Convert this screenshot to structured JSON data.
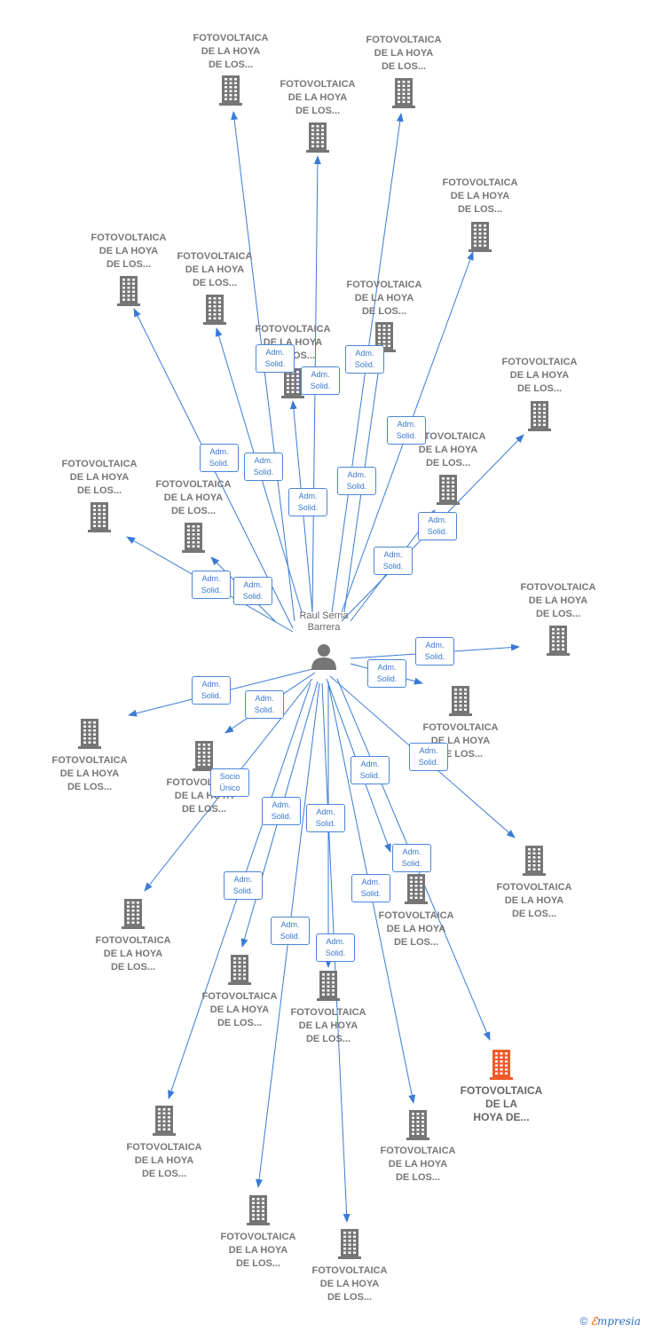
{
  "center": {
    "name_line1": "Raul Serna",
    "name_line2": "Barrera",
    "icon": "person-icon"
  },
  "colors": {
    "edge": "#3a7bd5",
    "building": "#767676",
    "highlight": "#f15a2b",
    "badge_text": "#3a78cf"
  },
  "nodes": [
    {
      "lines": [
        "FOTOVOLTAICA",
        "DE LA HOYA",
        "DE LOS..."
      ],
      "icon": "building-icon",
      "highlight": false
    },
    {
      "lines": [
        "FOTOVOLTAICA",
        "DE LA HOYA",
        "DE LOS..."
      ],
      "icon": "building-icon",
      "highlight": false
    },
    {
      "lines": [
        "FOTOVOLTAICA",
        "DE LA HOYA",
        "DE LOS..."
      ],
      "icon": "building-icon",
      "highlight": false
    },
    {
      "lines": [
        "FOTOVOLTAICA",
        "DE LA HOYA",
        "DE LOS..."
      ],
      "icon": "building-icon",
      "highlight": false
    },
    {
      "lines": [
        "FOTOVOLTAICA",
        "DE LA HOYA",
        "DE LOS..."
      ],
      "icon": "building-icon",
      "highlight": false
    },
    {
      "lines": [
        "FOTOVOLTAICA",
        "DE LA HOYA",
        "DE LOS..."
      ],
      "icon": "building-icon",
      "highlight": false
    },
    {
      "lines": [
        "FOTOVOLTAICA",
        "DE LA HOYA",
        "DE LOS..."
      ],
      "icon": "building-icon",
      "highlight": false
    },
    {
      "lines": [
        "FOTOVOLTAICA",
        "DE LA HOYA",
        "DE LOS..."
      ],
      "icon": "building-icon",
      "highlight": false
    },
    {
      "lines": [
        "FOTOVOLTAICA",
        "DE LA HOYA",
        "DE LOS..."
      ],
      "icon": "building-icon",
      "highlight": false
    },
    {
      "lines": [
        "FOTOVOLTAICA",
        "DE LA HOYA",
        "DE LOS..."
      ],
      "icon": "building-icon",
      "highlight": false
    },
    {
      "lines": [
        "FOTOVOLTAICA",
        "DE LA HOYA",
        "DE LOS..."
      ],
      "icon": "building-icon",
      "highlight": false
    },
    {
      "lines": [
        "FOTOVOLTAICA",
        "DE LA HOYA",
        "DE LOS..."
      ],
      "icon": "building-icon",
      "highlight": false
    },
    {
      "lines": [
        "FOTOVOLTAICA",
        "DE LA HOYA",
        "DE LOS..."
      ],
      "icon": "building-icon",
      "highlight": false
    },
    {
      "lines": [
        "FOTOVOLTAICA",
        "DE LA HOYA",
        "DE LOS..."
      ],
      "icon": "building-icon",
      "highlight": false
    },
    {
      "lines": [
        "FOTOVOLTAICA",
        "DE LA HOYA",
        "DE LOS..."
      ],
      "icon": "building-icon",
      "highlight": false
    },
    {
      "lines": [
        "FOTOVOLTAICA",
        "DE LA HOYA",
        "DE LOS..."
      ],
      "icon": "building-icon",
      "highlight": false
    },
    {
      "lines": [
        "FOTOVOLTAICA",
        "DE LA HOYA",
        "DE LOS..."
      ],
      "icon": "building-icon",
      "highlight": false
    },
    {
      "lines": [
        "FOTOVOLTAICA",
        "DE LA HOYA",
        "DE LOS..."
      ],
      "icon": "building-icon",
      "highlight": false
    },
    {
      "lines": [
        "FOTOVOLTAICA",
        "DE LA HOYA",
        "DE LOS..."
      ],
      "icon": "building-icon",
      "highlight": false
    },
    {
      "lines": [
        "FOTOVOLTAICA",
        "DE LA HOYA",
        "DE LOS..."
      ],
      "icon": "building-icon",
      "highlight": false
    },
    {
      "lines": [
        "FOTOVOLTAICA",
        "DE LA HOYA",
        "DE LOS..."
      ],
      "icon": "building-icon",
      "highlight": false
    },
    {
      "lines": [
        "FOTOVOLTAICA",
        "DE LA HOYA",
        "DE LOS..."
      ],
      "icon": "building-icon",
      "highlight": false
    },
    {
      "lines": [
        "FOTOVOLTAICA",
        "DE LA HOYA",
        "DE LOS..."
      ],
      "icon": "building-icon",
      "highlight": false
    },
    {
      "lines": [
        "FOTOVOLTAICA",
        "DE LA HOYA",
        "DE LOS..."
      ],
      "icon": "building-icon",
      "highlight": false
    },
    {
      "lines": [
        "FOTOVOLTAICA",
        "DE LA HOYA",
        "DE LOS..."
      ],
      "icon": "building-icon",
      "highlight": false
    },
    {
      "lines": [
        "FOTOVOLTAICA",
        "DE LA HOYA",
        "DE LOS..."
      ],
      "icon": "building-icon",
      "highlight": false
    },
    {
      "lines": [
        "FOTOVOLTAICA",
        "DE LA HOYA",
        "DE LOS..."
      ],
      "icon": "building-icon",
      "highlight": false
    },
    {
      "lines": [
        "FOTOVOLTAICA",
        "DE LA HOYA",
        "DE LOS..."
      ],
      "icon": "building-icon",
      "highlight": false
    },
    {
      "lines": [
        "FOTOVOLTAICA",
        "DE LA",
        "HOYA DE..."
      ],
      "icon": "building-icon",
      "highlight": true
    }
  ],
  "relations": [
    {
      "line1": "Adm.",
      "line2": "Solid."
    },
    {
      "line1": "Adm.",
      "line2": "Solid."
    },
    {
      "line1": "Adm.",
      "line2": "Solid."
    },
    {
      "line1": "Adm.",
      "line2": "Solid."
    },
    {
      "line1": "Adm.",
      "line2": "Solid."
    },
    {
      "line1": "Adm.",
      "line2": "Solid."
    },
    {
      "line1": "Adm.",
      "line2": "Solid."
    },
    {
      "line1": "Adm.",
      "line2": "Solid."
    },
    {
      "line1": "Adm.",
      "line2": "Solid."
    },
    {
      "line1": "Adm.",
      "line2": "Solid."
    },
    {
      "line1": "Adm.",
      "line2": "Solid."
    },
    {
      "line1": "Adm.",
      "line2": "Solid."
    },
    {
      "line1": "Adm.",
      "line2": "Solid."
    },
    {
      "line1": "Adm.",
      "line2": "Solid."
    },
    {
      "line1": "Adm.",
      "line2": "Solid."
    },
    {
      "line1": "Adm.",
      "line2": "Solid."
    },
    {
      "line1": "Socio",
      "line2": "Único"
    },
    {
      "line1": "Adm.",
      "line2": "Solid."
    },
    {
      "line1": "Adm.",
      "line2": "Solid."
    },
    {
      "line1": "Adm.",
      "line2": "Solid."
    },
    {
      "line1": "Adm.",
      "line2": "Solid."
    },
    {
      "line1": "Adm.",
      "line2": "Solid."
    },
    {
      "line1": "Adm.",
      "line2": "Solid."
    },
    {
      "line1": "Adm.",
      "line2": "Solid."
    },
    {
      "line1": "Adm.",
      "line2": "Solid."
    },
    {
      "line1": "Adm.",
      "line2": "Solid."
    },
    {
      "line1": "Adm.",
      "line2": "Solid."
    }
  ],
  "footer": {
    "copyright": "©",
    "brand_e": "ℰ",
    "brand_rest": "mpresia"
  }
}
